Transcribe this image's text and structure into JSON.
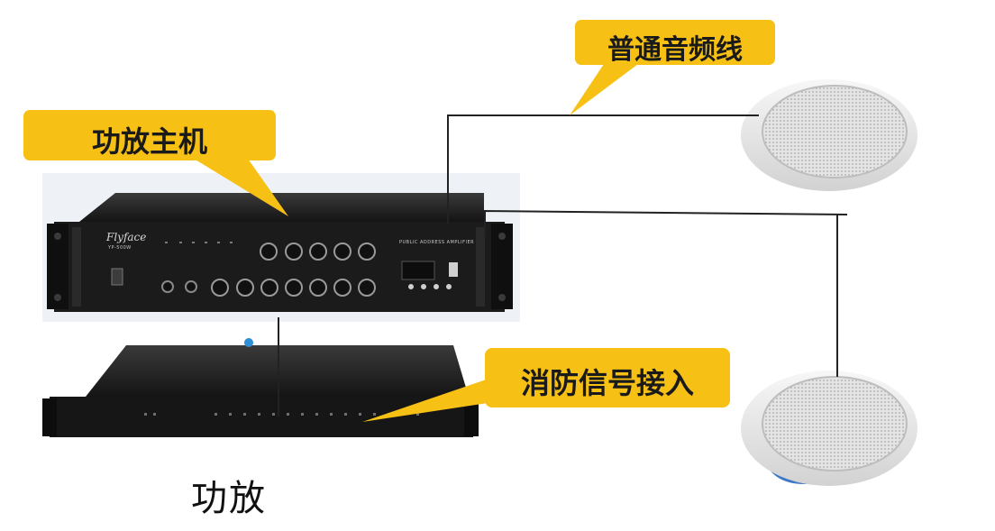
{
  "callouts": {
    "line_label": "普通音频线",
    "host_label": "功放主机",
    "fire_label": "消防信号接入"
  },
  "caption": "功放",
  "amplifier": {
    "brand": "Flyface",
    "model": "YP-500W",
    "front_text": "PUBLIC ADDRESS AMPLIFIER"
  },
  "colors": {
    "callout_fill": "#F7C015",
    "device_body": "#1e1e1e",
    "speaker_grille": "#d6d6d6",
    "wire": "#222222",
    "dot": "#2f8fd6"
  }
}
